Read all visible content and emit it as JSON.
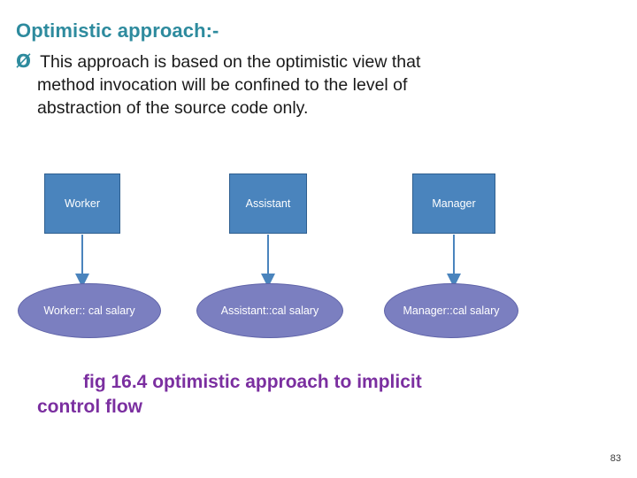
{
  "slide": {
    "heading": "Optimistic approach:-",
    "bullet": {
      "marker": "Ø",
      "line1": "This approach is based on the optimistic view that",
      "line2": "method invocation will be confined to the level of",
      "line3": "abstraction of the source code only."
    },
    "diagram": {
      "top_nodes": [
        {
          "label": "Worker"
        },
        {
          "label": "Assistant"
        },
        {
          "label": "Manager"
        }
      ],
      "bottom_nodes": [
        {
          "label": "Worker:: cal salary"
        },
        {
          "label": "Assistant::cal salary"
        },
        {
          "label": "Manager::cal salary"
        }
      ],
      "box_fill": "#4a84bd",
      "box_stroke": "#2f5f8f",
      "ellipse_fill": "#7b7fc0",
      "ellipse_stroke": "#5f63a8",
      "arrow_color": "#4a84bd"
    },
    "caption": {
      "line1": "fig 16.4 optimistic approach to implicit",
      "line2": "control flow",
      "color": "#7b2fa0"
    },
    "page_number": "83"
  }
}
